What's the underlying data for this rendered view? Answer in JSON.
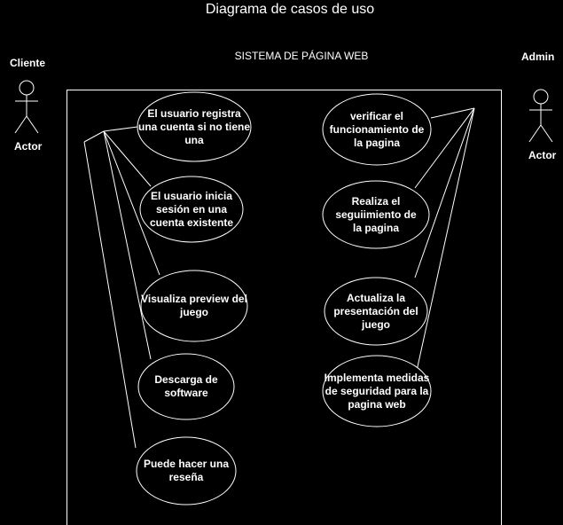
{
  "title": "Diagrama de casos de uso",
  "system_label": "SISTEMA DE PÁGINA WEB",
  "actors": {
    "cliente": {
      "name": "Cliente",
      "label": "Actor"
    },
    "admin": {
      "name": "Admin",
      "label": "Actor"
    }
  },
  "use_cases_left": [
    "El usuario registra una cuenta si no tiene una",
    "El usuario inicia sesión en una cuenta existente",
    "Visualiza preview del juego",
    "Descarga de software",
    "Puede hacer una reseña"
  ],
  "use_cases_right": [
    "verificar el funcionamiento de la pagina",
    "Realiza el seguiimiento de la pagina",
    "Actualiza la presentación del juego",
    "Implementa medidas de seguridad para la pagina web"
  ]
}
